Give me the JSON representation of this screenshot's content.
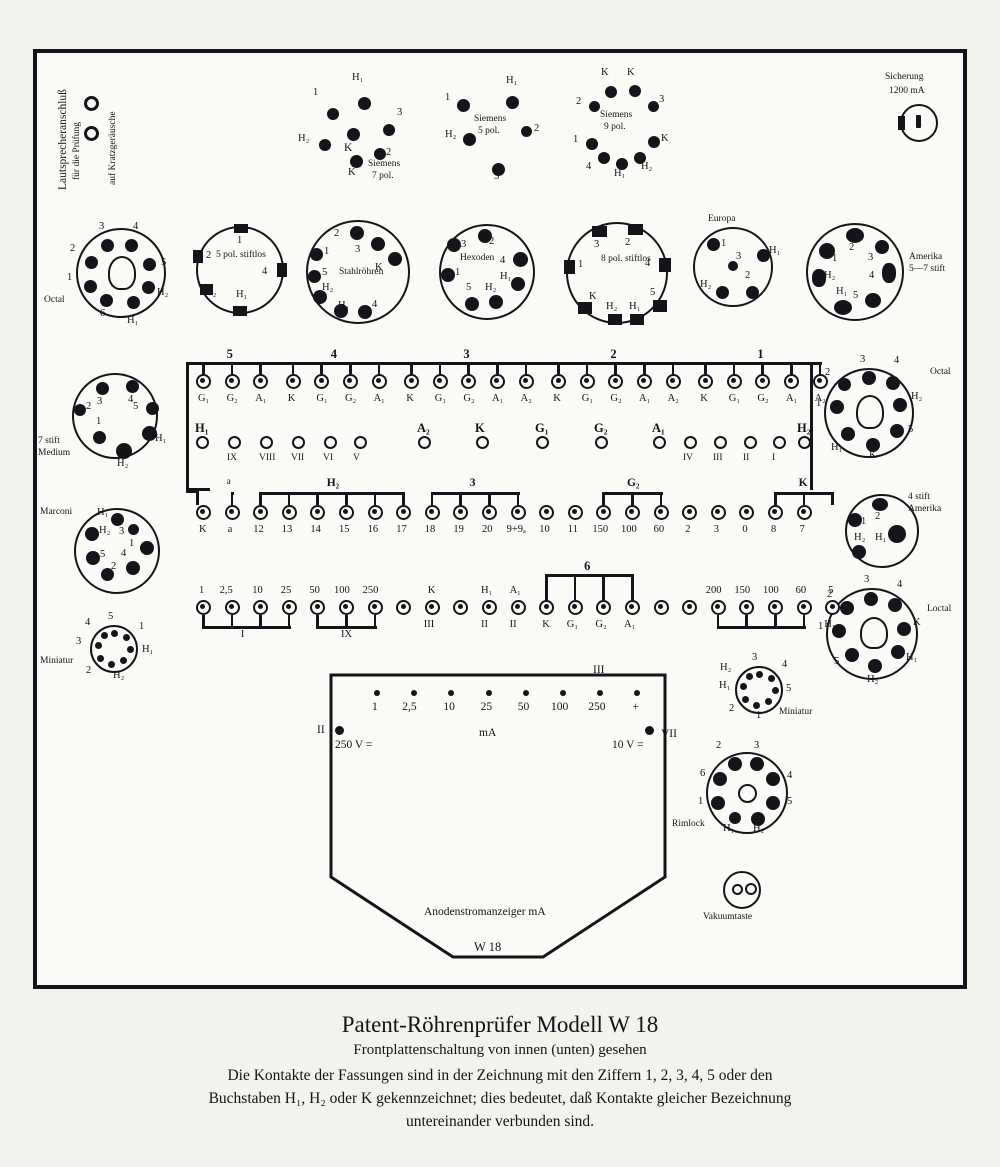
{
  "device": {
    "title": "Patent-Röhrenprüfer Modell W 18",
    "subtitle": "Frontplattenschaltung von innen (unten) gesehen",
    "note_line1": "Die Kontakte der Fassungen sind in der Zeichnung mit den Ziffern 1, 2, 3, 4, 5 oder den",
    "note_line2": "Buchstaben H₁, H₂ oder K gekennzeichnet; dies bedeutet, daß Kontakte gleicher Bezeichnung",
    "note_line3": "untereinander verbunden sind.",
    "model_on_meter": "W 18",
    "ink": "#15141b",
    "paper": "#fbfaf6"
  },
  "speaker_jack": {
    "line1": "Lautsprecheranschluß",
    "line2": "für die Prüfung",
    "line3": "auf Kratzgeräusche"
  },
  "fuse": {
    "label_line1": "Sicherung",
    "label_line2": "1200 mA"
  },
  "siemens_sockets": [
    {
      "name": "Siemens",
      "sub": "7 pol.",
      "pins": [
        "H₁",
        "1",
        "H₂",
        "K",
        "K",
        "2",
        "3"
      ]
    },
    {
      "name": "Siemens",
      "sub": "5 pol.",
      "pins": [
        "H₁",
        "1",
        "H₂",
        "3",
        "2"
      ]
    },
    {
      "name": "Siemens",
      "sub": "9 pol.",
      "pins": [
        "K",
        "K",
        "2",
        "3",
        "1",
        "4",
        "H₁",
        "H₂",
        "K"
      ]
    }
  ],
  "round_sockets": [
    {
      "name": "Octal",
      "pins": [
        "3",
        "4",
        "2",
        "1",
        "5",
        "6",
        "H₁",
        "H₂"
      ],
      "center_key": true
    },
    {
      "name": "5 pol. stiftlos",
      "pins": [
        "1",
        "2",
        "4",
        "H₂",
        "H₁"
      ],
      "rect": true
    },
    {
      "name": "Stahlröhren",
      "pins": [
        "2",
        "3",
        "1",
        "5",
        "K",
        "H₂",
        "H₁",
        "4"
      ]
    },
    {
      "name": "Hexoden",
      "pins": [
        "2",
        "3",
        "1",
        "4",
        "5",
        "H₁",
        "H₂"
      ]
    },
    {
      "name": "8 pol. stiftlos",
      "pins": [
        "3",
        "2",
        "1",
        "4",
        "K",
        "5",
        "H₂",
        "H₁"
      ],
      "rect": true
    },
    {
      "name": "Europa",
      "pins": [
        "1",
        "H₁",
        "3",
        "H₂",
        "2"
      ]
    },
    {
      "name": "Amerika",
      "sub": "5—7 stift",
      "pins": [
        "1",
        "2",
        "3",
        "4",
        "5",
        "H₁",
        "H₂"
      ]
    }
  ],
  "left_sockets": [
    {
      "name": "7 stift",
      "sub": "Medium",
      "pins": [
        "3",
        "4",
        "2",
        "5",
        "1",
        "H₁",
        "H₂"
      ]
    },
    {
      "name": "Marconi",
      "pins": [
        "H₁",
        "H₂",
        "3",
        "1",
        "5",
        "4",
        "2"
      ]
    },
    {
      "name": "Miniatur",
      "pins": [
        "5",
        "4",
        "1",
        "3",
        "H₁",
        "2",
        "H₂"
      ]
    }
  ],
  "right_sockets": [
    {
      "name": "Octal",
      "pins": [
        "3",
        "4",
        "2",
        "1",
        "H₂",
        "5",
        "H₁",
        "K"
      ],
      "center_key": true
    },
    {
      "name": "4 stift",
      "sub": "Amerika",
      "pins": [
        "1",
        "2",
        "H₁",
        "H₂"
      ]
    },
    {
      "name": "Loctal",
      "pins": [
        "3",
        "4",
        "2",
        "1",
        "K",
        "5",
        "H₁",
        "H₂"
      ],
      "center_key": true
    },
    {
      "name": "Miniatur",
      "pins": [
        "3",
        "4",
        "H₂",
        "H₁",
        "5",
        "2",
        "1"
      ]
    },
    {
      "name": "Rimlock",
      "pins": [
        "2",
        "3",
        "6",
        "4",
        "1",
        "5",
        "H₁",
        "H₂"
      ]
    }
  ],
  "vacuum_button": {
    "label": "Vakuumtaste"
  },
  "terminal_row1": {
    "groups": [
      {
        "group": "5",
        "terminals": [
          "G₁",
          "G₂",
          "A₁"
        ]
      },
      {
        "group": "4",
        "terminals": [
          "K",
          "G₁",
          "G₂",
          "A₁"
        ]
      },
      {
        "group": "3",
        "terminals": [
          "K",
          "G₁",
          "G₂",
          "A₁",
          "A₂"
        ]
      },
      {
        "group": "2",
        "terminals": [
          "K",
          "G₁",
          "G₂",
          "A₁",
          "A₂"
        ]
      },
      {
        "group": "1",
        "terminals": [
          "K",
          "G₁",
          "G₂",
          "A₁",
          "A₂"
        ]
      }
    ]
  },
  "terminal_row2": {
    "top_labels": [
      "H₁",
      "A₂",
      "K",
      "G₁",
      "G₂",
      "A₁",
      "H₂"
    ],
    "bottom_labels": [
      "IX",
      "VIII",
      "VII",
      "VI",
      "V",
      "IV",
      "III",
      "II",
      "I"
    ]
  },
  "terminal_row3": {
    "labels": [
      "K",
      "a",
      "12",
      "13",
      "14",
      "15",
      "16",
      "17",
      "18",
      "19",
      "20",
      "9+9ₐ",
      "10",
      "11",
      "150",
      "100",
      "60",
      "2",
      "3",
      "0",
      "8",
      "7"
    ],
    "bus_labels": [
      "a",
      "H₂",
      "3",
      "G₂",
      "K"
    ]
  },
  "terminal_row4": {
    "top_labels": [
      "1",
      "2,5",
      "10",
      "25",
      "50",
      "100",
      "250",
      "",
      "K",
      "",
      "H₁",
      "A₁",
      "",
      "",
      "6",
      "",
      "",
      "200",
      "150",
      "100",
      "60",
      "5"
    ],
    "bottom_labels": [
      "I",
      "IX",
      "III",
      "II",
      "II",
      "K",
      "G₁",
      "G₂",
      "A₁",
      "H₁"
    ]
  },
  "meter": {
    "scale_values": [
      "1",
      "2,5",
      "10",
      "25",
      "50",
      "100",
      "250",
      "+"
    ],
    "unit": "mA",
    "left_terminal": "II",
    "left_value": "250 V =",
    "right_terminal": "VII",
    "right_value": "10 V =",
    "top_terminal": "III",
    "caption": "Anodenstromanzeiger mA"
  }
}
